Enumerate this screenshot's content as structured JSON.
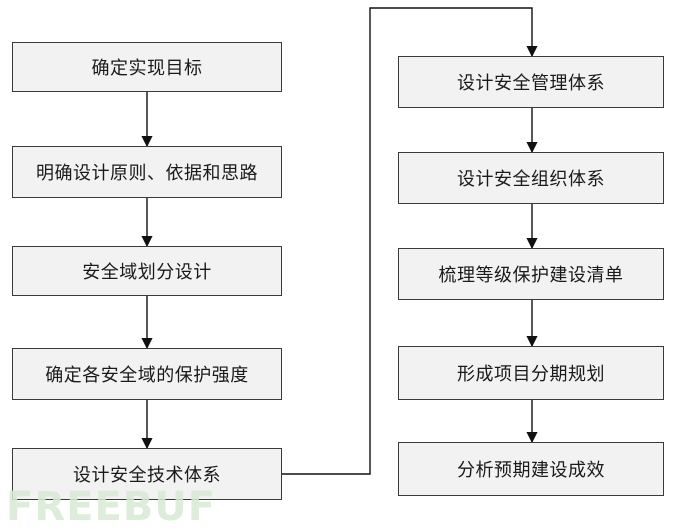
{
  "left_column": [
    "确定实现目标",
    "明确设计原则、依据和思路",
    "安全域划分设计",
    "确定各安全域的保护强度",
    "设计安全技术体系"
  ],
  "right_column": [
    "设计安全管理体系",
    "设计安全组织体系",
    "梳理等级保护建设清单",
    "形成项目分期规划",
    "分析预期建设成效"
  ],
  "watermark": "FREEBUF"
}
